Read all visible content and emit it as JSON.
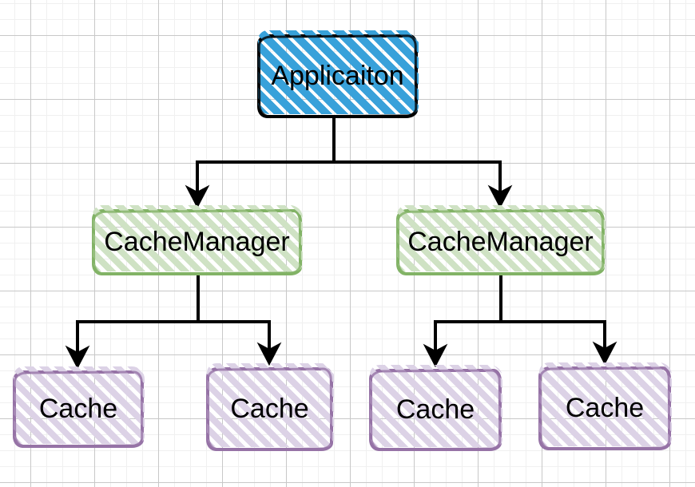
{
  "canvas": {
    "background_color": "#ffffff",
    "grid_minor_color": "#f0f0f0",
    "grid_major_color": "#c8c8c8"
  },
  "diagram": {
    "style": "hand-drawn sketch, hachure fill",
    "nodes": [
      {
        "id": "application",
        "label": "Applicaiton",
        "shape": "rectangle",
        "stripe_color": "#38a1da",
        "border_color": "#000000"
      },
      {
        "id": "cache-manager-left",
        "label": "CacheManager",
        "shape": "rectangle",
        "stripe_color": "#cfe2c4",
        "border_color": "#82b366"
      },
      {
        "id": "cache-manager-right",
        "label": "CacheManager",
        "shape": "rectangle",
        "stripe_color": "#cfe2c4",
        "border_color": "#82b366"
      },
      {
        "id": "cache-1",
        "label": "Cache",
        "shape": "rectangle",
        "stripe_color": "#dcd2e6",
        "border_color": "#9673a6"
      },
      {
        "id": "cache-2",
        "label": "Cache",
        "shape": "rectangle",
        "stripe_color": "#dcd2e6",
        "border_color": "#9673a6"
      },
      {
        "id": "cache-3",
        "label": "Cache",
        "shape": "rectangle",
        "stripe_color": "#dcd2e6",
        "border_color": "#9673a6"
      },
      {
        "id": "cache-4",
        "label": "Cache",
        "shape": "rectangle",
        "stripe_color": "#dcd2e6",
        "border_color": "#9673a6"
      }
    ],
    "edges": [
      {
        "from": "application",
        "to": "cache-manager-left",
        "style": "orthogonal",
        "arrow": "filled-triangle",
        "color": "#000000"
      },
      {
        "from": "application",
        "to": "cache-manager-right",
        "style": "orthogonal",
        "arrow": "filled-triangle",
        "color": "#000000"
      },
      {
        "from": "cache-manager-left",
        "to": "cache-1",
        "style": "orthogonal",
        "arrow": "filled-triangle",
        "color": "#000000"
      },
      {
        "from": "cache-manager-left",
        "to": "cache-2",
        "style": "orthogonal",
        "arrow": "filled-triangle",
        "color": "#000000"
      },
      {
        "from": "cache-manager-right",
        "to": "cache-3",
        "style": "orthogonal",
        "arrow": "filled-triangle",
        "color": "#000000"
      },
      {
        "from": "cache-manager-right",
        "to": "cache-4",
        "style": "orthogonal",
        "arrow": "filled-triangle",
        "color": "#000000"
      }
    ]
  }
}
